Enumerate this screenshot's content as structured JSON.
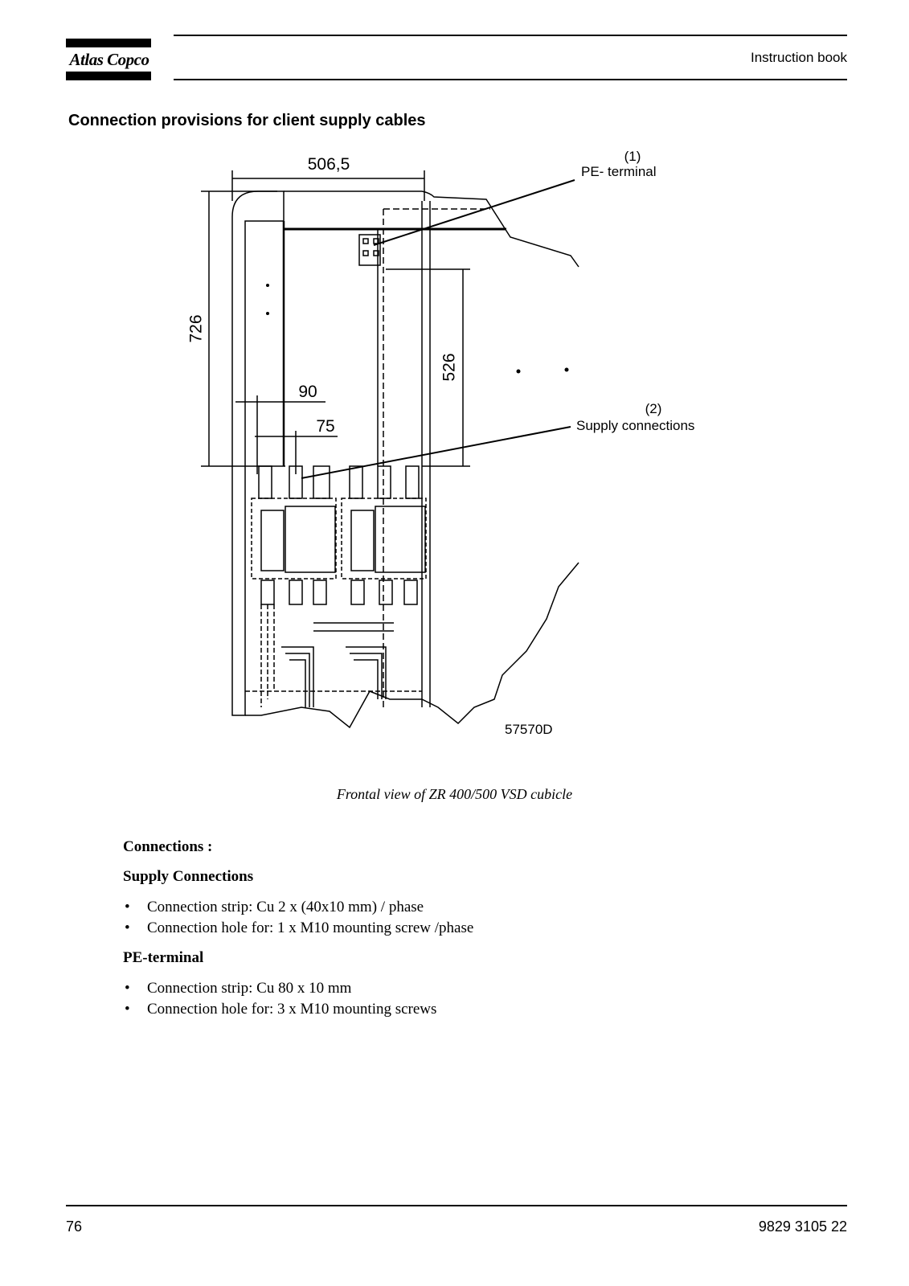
{
  "header": {
    "brand": "Atlas Copco",
    "title": "Instruction book"
  },
  "section_title": "Connection provisions for client supply cables",
  "figure": {
    "dim_width": "506,5",
    "dim_height": "726",
    "dim_inner_height": "526",
    "dim_90": "90",
    "dim_75": "75",
    "callout1_num": "(1)",
    "callout1_label": "PE- terminal",
    "callout2_num": "(2)",
    "callout2_label": "Supply connections",
    "drawing_id": "57570D"
  },
  "caption": "Frontal view of ZR 400/500 VSD cubicle",
  "connections": {
    "heading": "Connections :",
    "supply": {
      "heading": "Supply Connections",
      "items": [
        "Connection strip: Cu 2 x (40x10 mm) / phase",
        "Connection hole for: 1 x M10 mounting screw /phase"
      ]
    },
    "pe": {
      "heading": "PE-terminal",
      "items": [
        "Connection strip: Cu 80 x 10 mm",
        "Connection hole for: 3 x M10 mounting screws"
      ]
    }
  },
  "footer": {
    "page_number": "76",
    "doc_number": "9829 3105 22"
  }
}
